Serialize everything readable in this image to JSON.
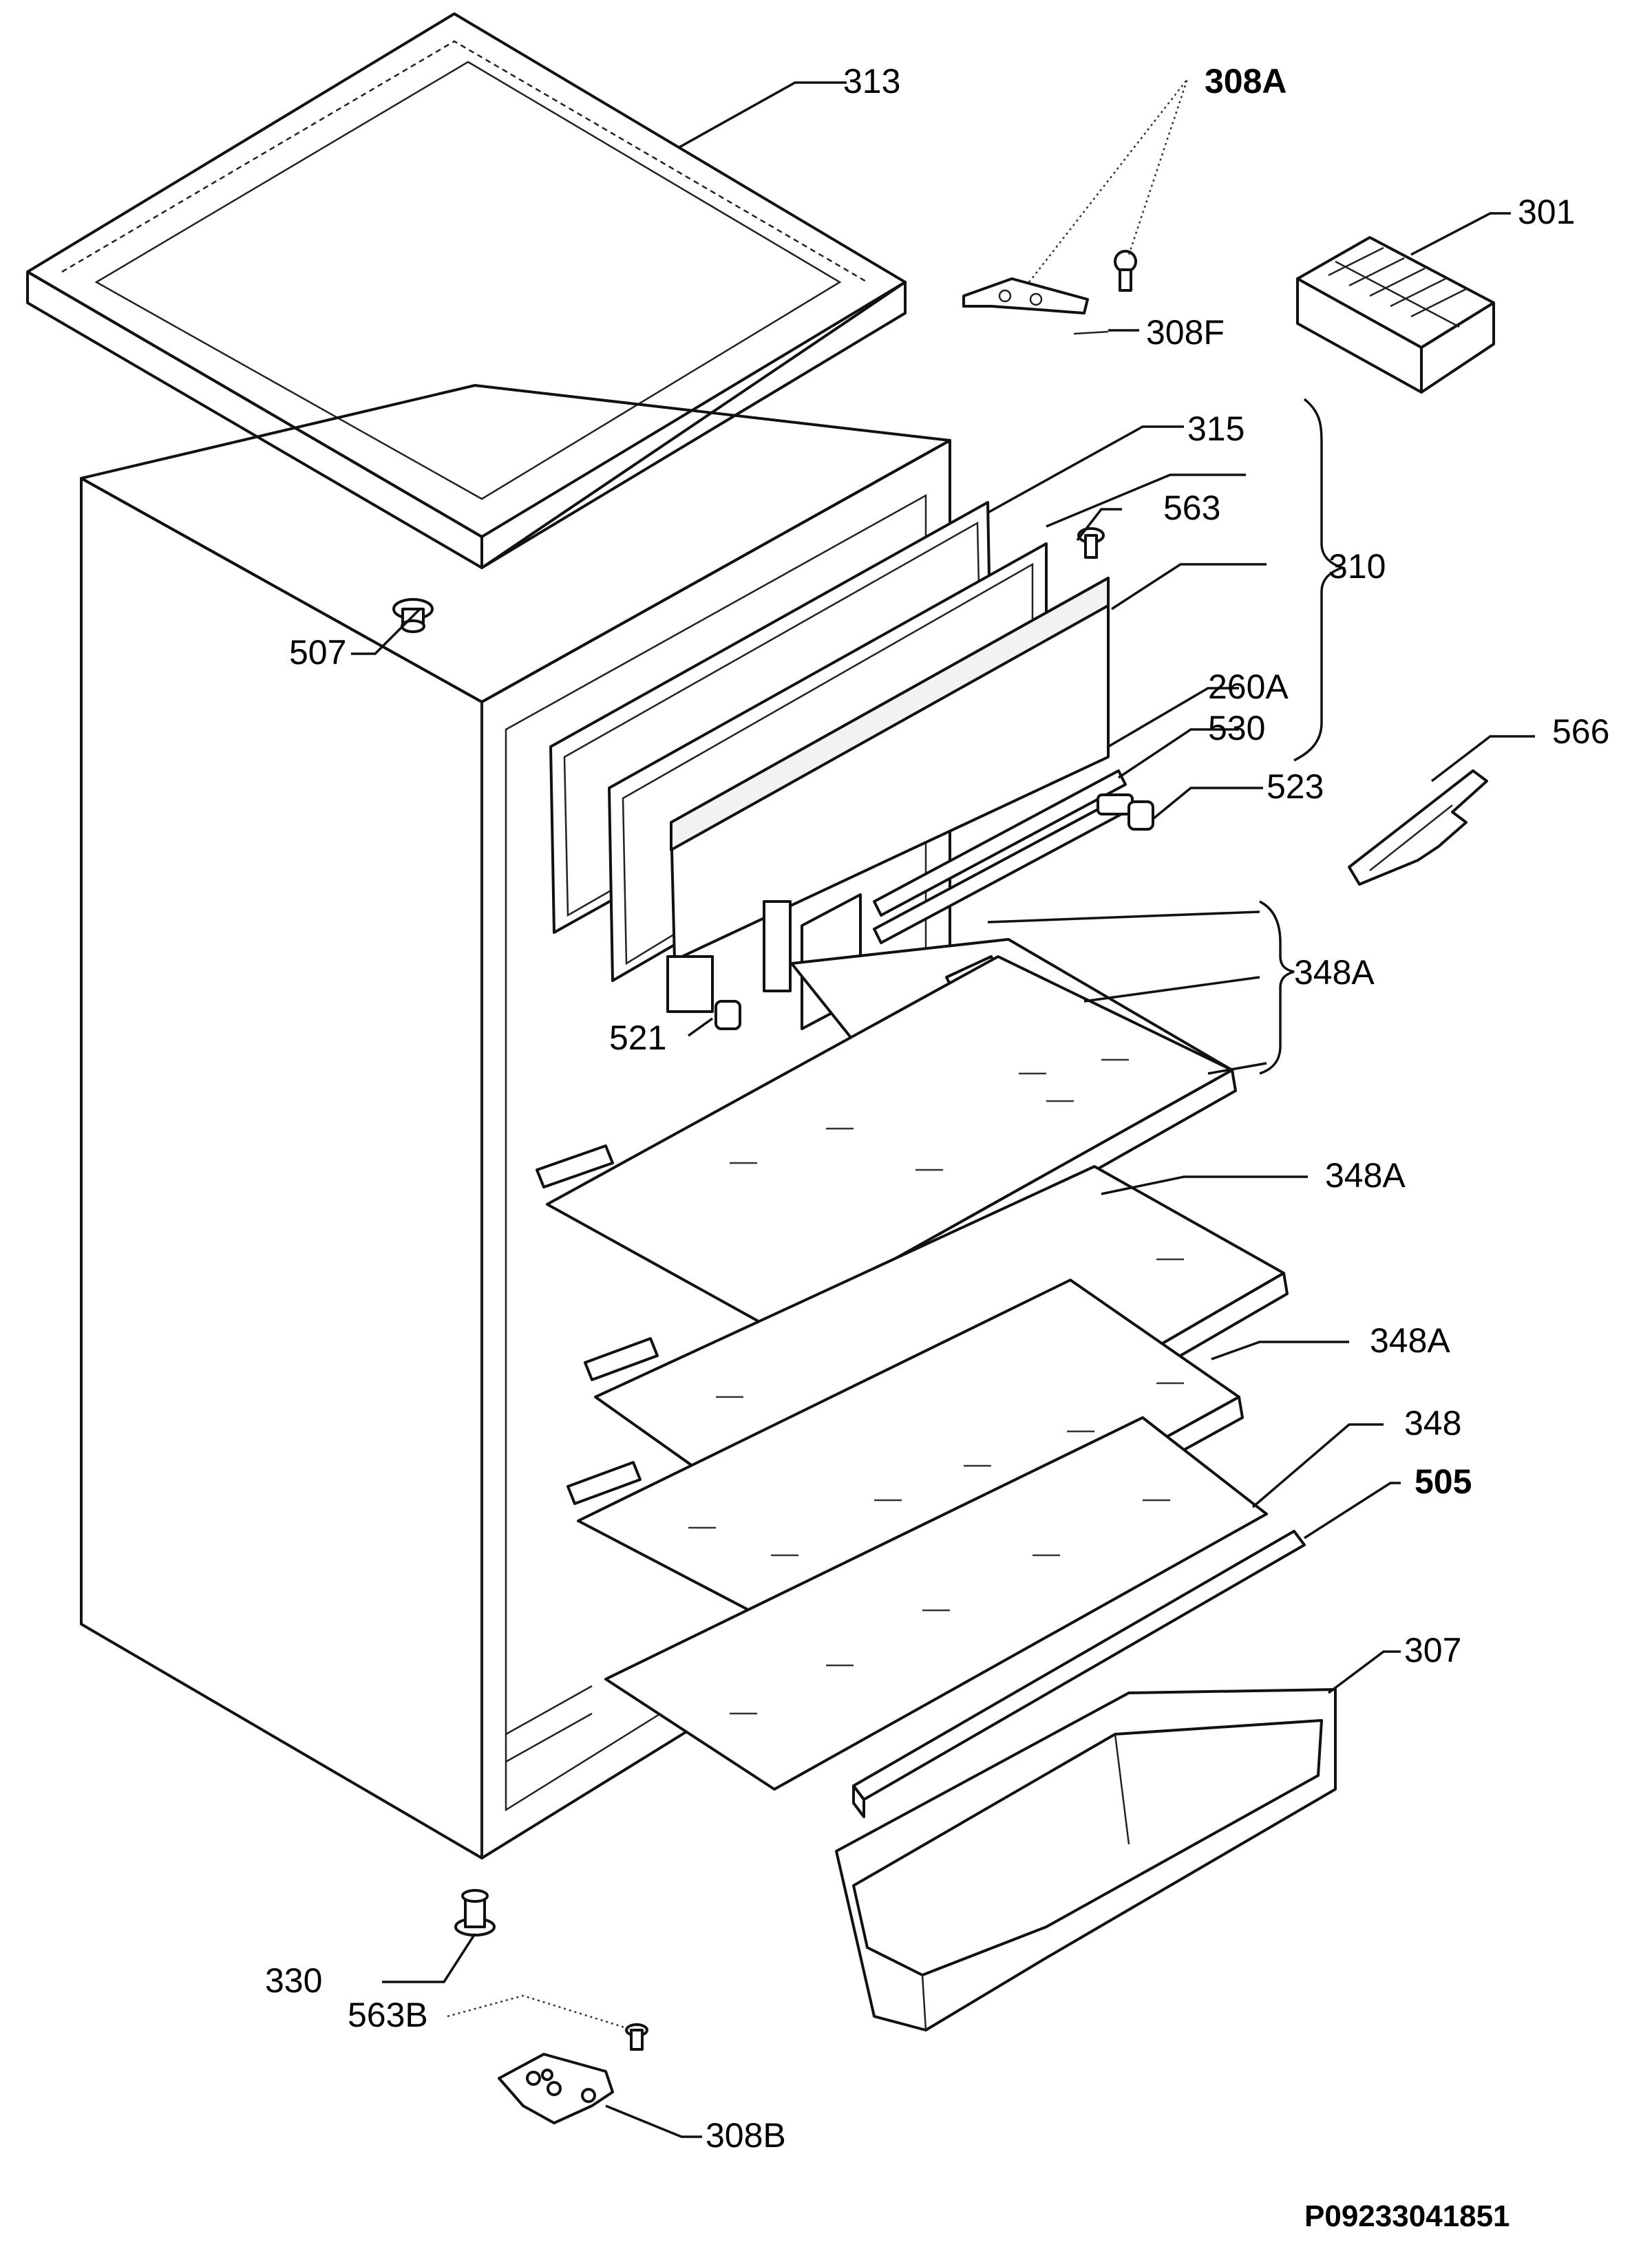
{
  "labels": {
    "313": "313",
    "308A": "308A",
    "301": "301",
    "308F": "308F",
    "315": "315",
    "563": "563",
    "310": "310",
    "507": "507",
    "260A": "260A",
    "530": "530",
    "523": "523",
    "566": "566",
    "348A_top": "348A",
    "521": "521",
    "348A_2": "348A",
    "348A_3": "348A",
    "348": "348",
    "505": "505",
    "307": "307",
    "330": "330",
    "563B": "563B",
    "308B": "308B"
  },
  "drawing_code": "P09233041851"
}
